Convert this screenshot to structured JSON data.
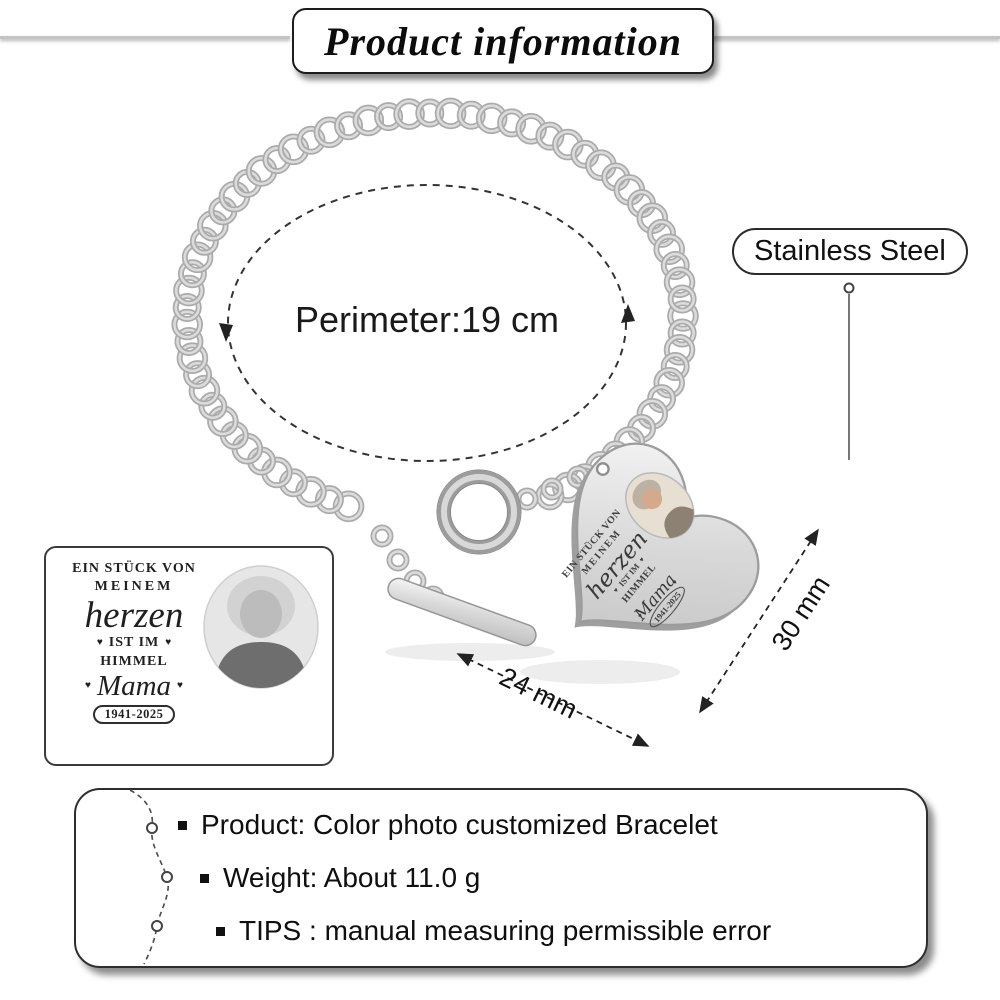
{
  "header": {
    "title": "Product information"
  },
  "bracelet": {
    "perimeter_label": "Perimeter:19 cm",
    "material_label": "Stainless Steel",
    "width_label": "24 mm",
    "height_label": "30 mm"
  },
  "engraving": {
    "line1": "EIN STÜCK VON",
    "line2": "MEINEM",
    "line3": "herzen",
    "line4": "IST IM",
    "line5": "HIMMEL",
    "line6": "Mama",
    "dates": "1941-2025",
    "heart": "♥"
  },
  "info_box": {
    "items": [
      "Product: Color photo customized Bracelet",
      "Weight: About 11.0 g",
      "TIPS : manual measuring permissible error"
    ]
  },
  "colors": {
    "steel_light": "#f6f6f6",
    "steel_mid": "#d9d9d9",
    "steel_dark": "#bfbfbf",
    "outline": "#222222"
  }
}
